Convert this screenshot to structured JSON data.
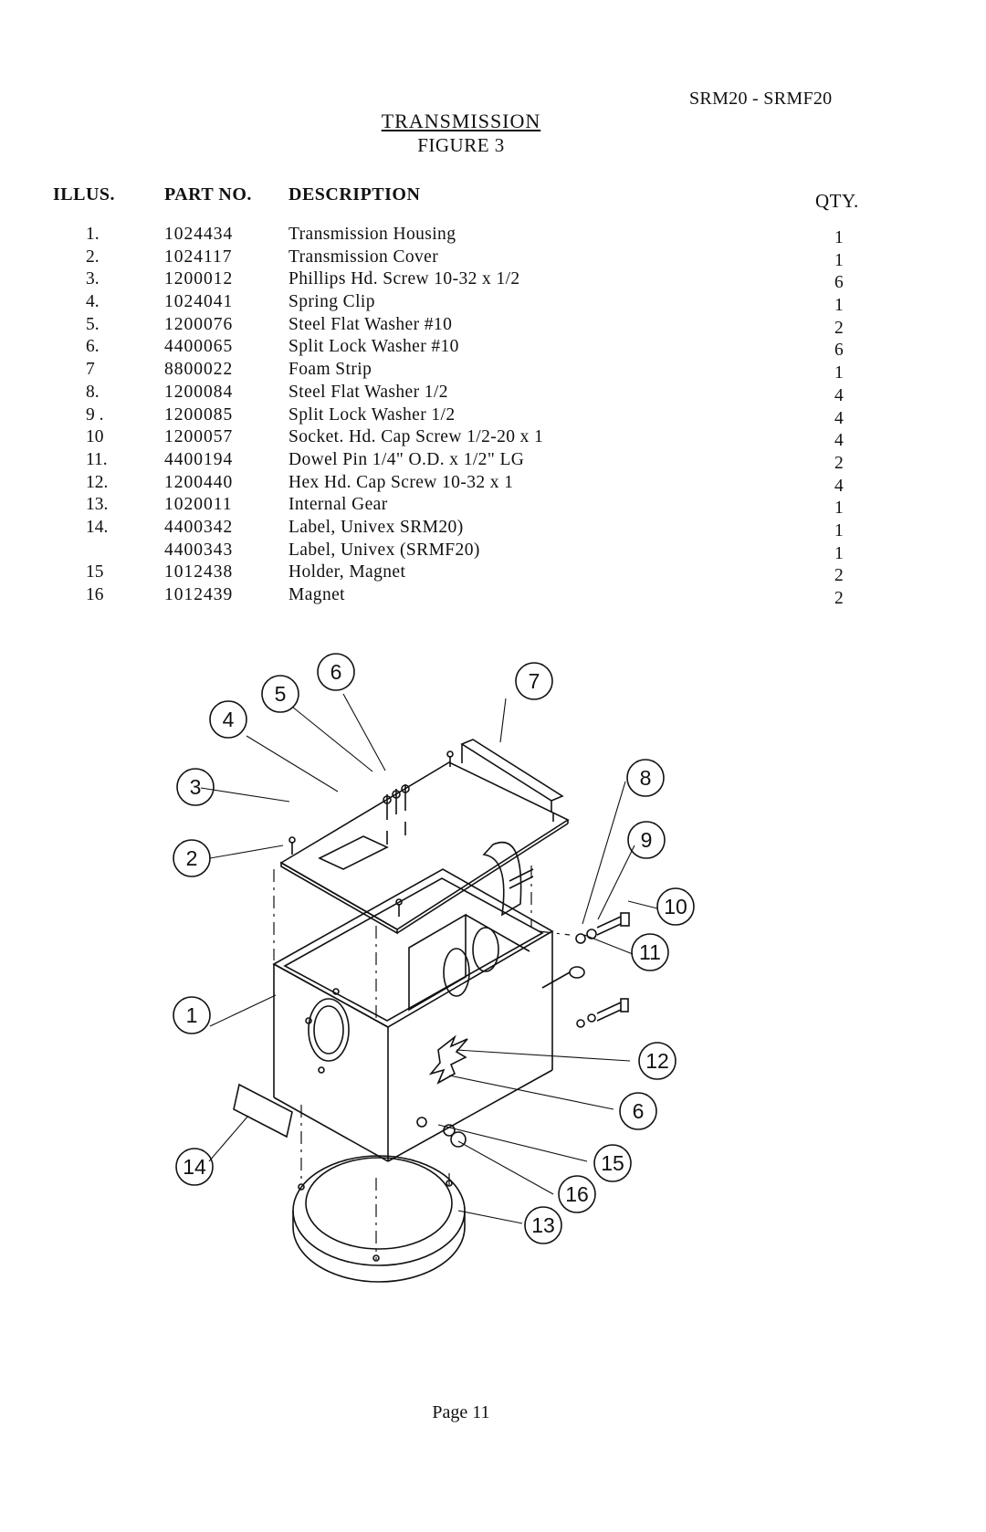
{
  "header": {
    "model": "SRM20 - SRMF20",
    "title": "TRANSMISSION",
    "figure": "FIGURE 3"
  },
  "table": {
    "columns": [
      "ILLUS.",
      "PART NO.",
      "DESCRIPTION",
      "QTY."
    ],
    "rows": [
      {
        "illus": "1.",
        "part": "1024434",
        "desc": "Transmission Housing",
        "qty": "1"
      },
      {
        "illus": "2.",
        "part": "1024117",
        "desc": "Transmission Cover",
        "qty": "1"
      },
      {
        "illus": "3.",
        "part": "1200012",
        "desc": "Phillips Hd. Screw 10-32 x 1/2",
        "qty": "6"
      },
      {
        "illus": "4.",
        "part": "1024041",
        "desc": "Spring Clip",
        "qty": "1"
      },
      {
        "illus": "5.",
        "part": "1200076",
        "desc": "Steel Flat Washer #10",
        "qty": "2"
      },
      {
        "illus": "6.",
        "part": "4400065",
        "desc": "Split Lock Washer #10",
        "qty": "6"
      },
      {
        "illus": "7",
        "part": "8800022",
        "desc": "Foam Strip",
        "qty": "1"
      },
      {
        "illus": "8.",
        "part": "1200084",
        "desc": "Steel Flat Washer 1/2",
        "qty": "4"
      },
      {
        "illus": "9 .",
        "part": "1200085",
        "desc": "Split Lock Washer 1/2",
        "qty": "4"
      },
      {
        "illus": "10",
        "part": "1200057",
        "desc": "Socket. Hd. Cap Screw 1/2-20 x 1",
        "qty": "4"
      },
      {
        "illus": "11.",
        "part": "4400194",
        "desc": "Dowel Pin 1/4\" O.D. x 1/2\" LG",
        "qty": "2"
      },
      {
        "illus": "12.",
        "part": "1200440",
        "desc": "Hex Hd. Cap Screw 10-32 x 1",
        "qty": "4"
      },
      {
        "illus": "13.",
        "part": "1020011",
        "desc": "Internal Gear",
        "qty": "1"
      },
      {
        "illus": "14.",
        "part": "4400342",
        "desc": "Label, Univex SRM20)",
        "qty": "1"
      },
      {
        "illus": "",
        "part": "4400343",
        "desc": "Label, Univex (SRMF20)",
        "qty": "1"
      },
      {
        "illus": "15",
        "part": "1012438",
        "desc": "Holder, Magnet",
        "qty": "2"
      },
      {
        "illus": "16",
        "part": "1012439",
        "desc": "Magnet",
        "qty": "2"
      }
    ]
  },
  "diagram": {
    "callouts": [
      "1",
      "2",
      "3",
      "4",
      "5",
      "6",
      "7",
      "8",
      "9",
      "10",
      "11",
      "12",
      "6",
      "15",
      "16",
      "13",
      "14"
    ]
  },
  "footer": {
    "page": "Page 11"
  }
}
